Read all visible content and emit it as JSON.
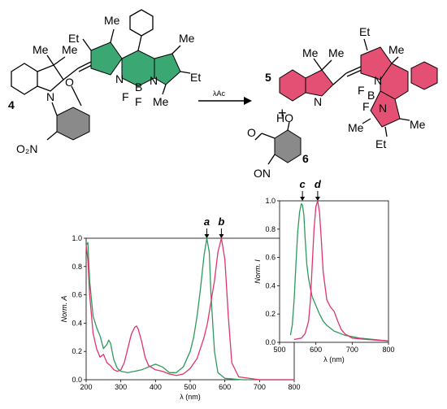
{
  "scheme": {
    "compound_left": "4",
    "arrow_label": "λAc",
    "compound_5": "5",
    "plus": "+",
    "compound_6": "6",
    "atoms": {
      "Me": "Me",
      "Et": "Et",
      "N": "N",
      "B": "B",
      "F": "F",
      "O": "O",
      "HO": "HO",
      "O2N": "O₂N",
      "ON": "ON"
    }
  },
  "colors": {
    "green": "#2e9a5a",
    "red": "#e0346a",
    "ring_green": "#3ba772",
    "ring_red": "#e44f74",
    "ring_grey": "#8a8a8a"
  },
  "chart_data": [
    {
      "type": "line",
      "ylabel": "Norm. A",
      "xlabel": "λ (nm)",
      "xlim": [
        200,
        800
      ],
      "ylim": [
        0,
        1.0
      ],
      "xticks": [
        200,
        300,
        400,
        500,
        600,
        700,
        800
      ],
      "yticks": [
        0,
        0.2,
        0.4,
        0.6,
        0.8,
        1.0
      ],
      "annotations": [
        {
          "label": "a",
          "x": 548
        },
        {
          "label": "b",
          "x": 590
        }
      ],
      "series": [
        {
          "color": "#2e9a5a",
          "x": [
            200,
            205,
            210,
            220,
            230,
            240,
            250,
            260,
            265,
            270,
            280,
            290,
            300,
            320,
            340,
            360,
            380,
            400,
            420,
            440,
            460,
            480,
            500,
            510,
            520,
            530,
            540,
            548,
            555,
            560,
            570,
            580,
            600,
            650,
            800
          ],
          "y": [
            0.95,
            0.97,
            0.7,
            0.45,
            0.37,
            0.31,
            0.22,
            0.25,
            0.28,
            0.26,
            0.14,
            0.08,
            0.06,
            0.05,
            0.06,
            0.07,
            0.09,
            0.11,
            0.09,
            0.05,
            0.05,
            0.09,
            0.2,
            0.3,
            0.45,
            0.65,
            0.88,
            1.0,
            0.9,
            0.6,
            0.2,
            0.05,
            0.01,
            0.0,
            0.0
          ]
        },
        {
          "color": "#e0346a",
          "x": [
            200,
            205,
            210,
            220,
            230,
            240,
            250,
            260,
            270,
            280,
            290,
            300,
            310,
            320,
            330,
            340,
            345,
            350,
            360,
            370,
            380,
            400,
            420,
            440,
            460,
            480,
            500,
            520,
            540,
            550,
            560,
            570,
            580,
            590,
            600,
            610,
            620,
            640,
            700,
            800
          ],
          "y": [
            0.95,
            0.85,
            0.6,
            0.33,
            0.22,
            0.16,
            0.18,
            0.12,
            0.1,
            0.07,
            0.06,
            0.07,
            0.12,
            0.22,
            0.32,
            0.37,
            0.38,
            0.36,
            0.27,
            0.16,
            0.1,
            0.07,
            0.06,
            0.04,
            0.03,
            0.04,
            0.08,
            0.15,
            0.3,
            0.4,
            0.55,
            0.7,
            0.9,
            1.0,
            0.85,
            0.45,
            0.12,
            0.02,
            0.0,
            0.0
          ]
        }
      ]
    },
    {
      "type": "line",
      "ylabel": "Norm. I",
      "xlabel": "λ (nm)",
      "xlim": [
        500,
        800
      ],
      "ylim": [
        0,
        1.0
      ],
      "xticks": [
        500,
        600,
        700,
        800
      ],
      "yticks": [
        0,
        0.2,
        0.4,
        0.6,
        0.8,
        1.0
      ],
      "annotations": [
        {
          "label": "c",
          "x": 563
        },
        {
          "label": "d",
          "x": 605
        }
      ],
      "series": [
        {
          "color": "#2e9a5a",
          "x": [
            530,
            535,
            540,
            545,
            550,
            555,
            560,
            563,
            567,
            570,
            575,
            580,
            585,
            590,
            600,
            610,
            620,
            630,
            650,
            680,
            720,
            760,
            800
          ],
          "y": [
            0.05,
            0.12,
            0.3,
            0.55,
            0.78,
            0.92,
            0.98,
            0.97,
            0.9,
            0.75,
            0.55,
            0.45,
            0.38,
            0.32,
            0.26,
            0.2,
            0.15,
            0.12,
            0.08,
            0.05,
            0.03,
            0.02,
            0.01
          ]
        },
        {
          "color": "#e0346a",
          "x": [
            540,
            560,
            570,
            580,
            585,
            590,
            595,
            600,
            605,
            610,
            615,
            620,
            630,
            640,
            650,
            660,
            670,
            680,
            700,
            740,
            800
          ],
          "y": [
            0.02,
            0.03,
            0.06,
            0.15,
            0.3,
            0.55,
            0.8,
            0.96,
            1.0,
            0.92,
            0.72,
            0.5,
            0.3,
            0.25,
            0.22,
            0.15,
            0.09,
            0.06,
            0.03,
            0.02,
            0.01
          ]
        }
      ]
    }
  ]
}
